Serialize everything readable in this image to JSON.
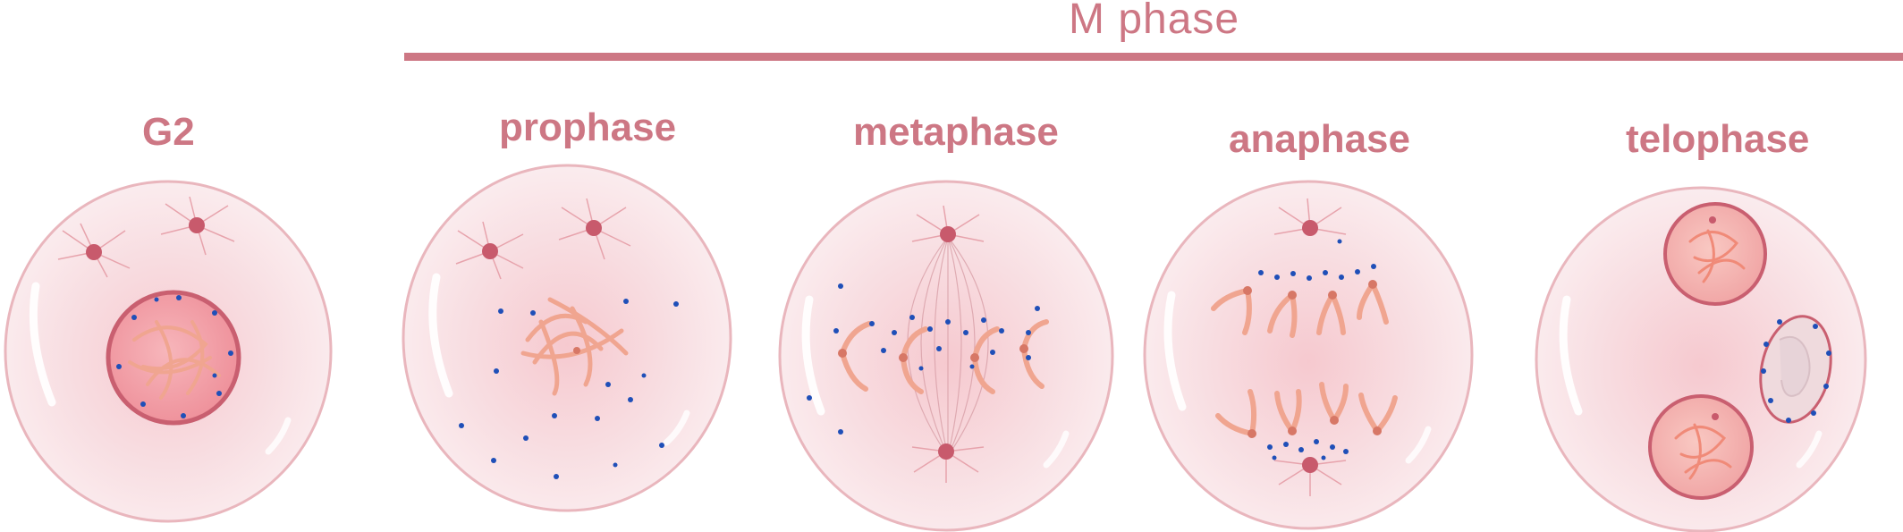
{
  "colors": {
    "accent": "#cd7784",
    "cell_fill": "#f7d9dd",
    "cell_edge": "#e8b2ba",
    "chromosome": "#e9a58f",
    "centromere": "#d77766",
    "dot": "#1f4fb8",
    "centrosome": "#c85a6c",
    "nucleus": "#f4a7ae"
  },
  "diagram": {
    "phase_group_label": "M phase",
    "stages": [
      {
        "id": "g2",
        "label": "G2"
      },
      {
        "id": "prophase",
        "label": "prophase"
      },
      {
        "id": "metaphase",
        "label": "metaphase"
      },
      {
        "id": "anaphase",
        "label": "anaphase"
      },
      {
        "id": "telophase",
        "label": "telophase"
      }
    ]
  }
}
